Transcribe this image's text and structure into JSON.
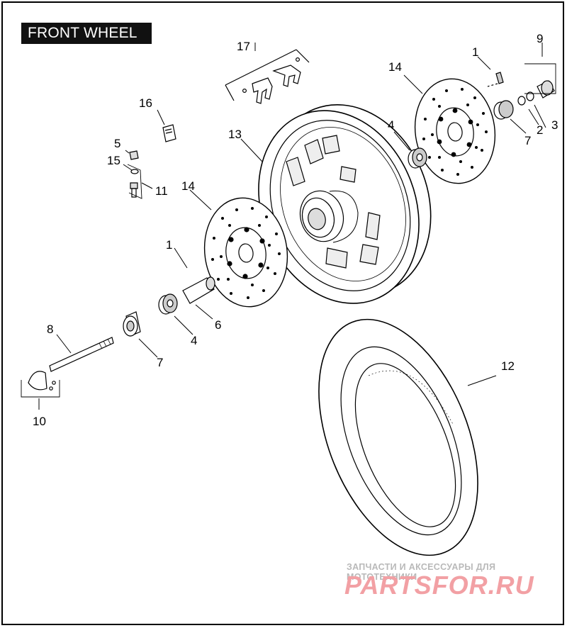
{
  "title": "FRONT WHEEL",
  "callouts": [
    "1",
    "2",
    "3",
    "4",
    "5",
    "6",
    "7",
    "8",
    "9",
    "10",
    "11",
    "12",
    "13",
    "14",
    "15",
    "16",
    "17"
  ],
  "labels": [
    {
      "id": "lbl-17",
      "text": "17"
    },
    {
      "id": "lbl-16",
      "text": "16"
    },
    {
      "id": "lbl-5",
      "text": "5"
    },
    {
      "id": "lbl-15",
      "text": "15"
    },
    {
      "id": "lbl-11",
      "text": "11"
    },
    {
      "id": "lbl-13",
      "text": "13"
    },
    {
      "id": "lbl-14a",
      "text": "14"
    },
    {
      "id": "lbl-14b",
      "text": "14"
    },
    {
      "id": "lbl-1a",
      "text": "1"
    },
    {
      "id": "lbl-1b",
      "text": "1"
    },
    {
      "id": "lbl-9",
      "text": "9"
    },
    {
      "id": "lbl-2",
      "text": "2"
    },
    {
      "id": "lbl-3",
      "text": "3"
    },
    {
      "id": "lbl-4a",
      "text": "4"
    },
    {
      "id": "lbl-4b",
      "text": "4"
    },
    {
      "id": "lbl-7a",
      "text": "7"
    },
    {
      "id": "lbl-7b",
      "text": "7"
    },
    {
      "id": "lbl-6",
      "text": "6"
    },
    {
      "id": "lbl-8",
      "text": "8"
    },
    {
      "id": "lbl-10",
      "text": "10"
    },
    {
      "id": "lbl-12",
      "text": "12"
    }
  ],
  "watermark": {
    "tagline": "ЗАПЧАСТИ И АКСЕССУАРЫ ДЛЯ МОТОТЕХНИКИ",
    "logo": "PARTSFOR.RU",
    "color": "#f2a0a4"
  }
}
